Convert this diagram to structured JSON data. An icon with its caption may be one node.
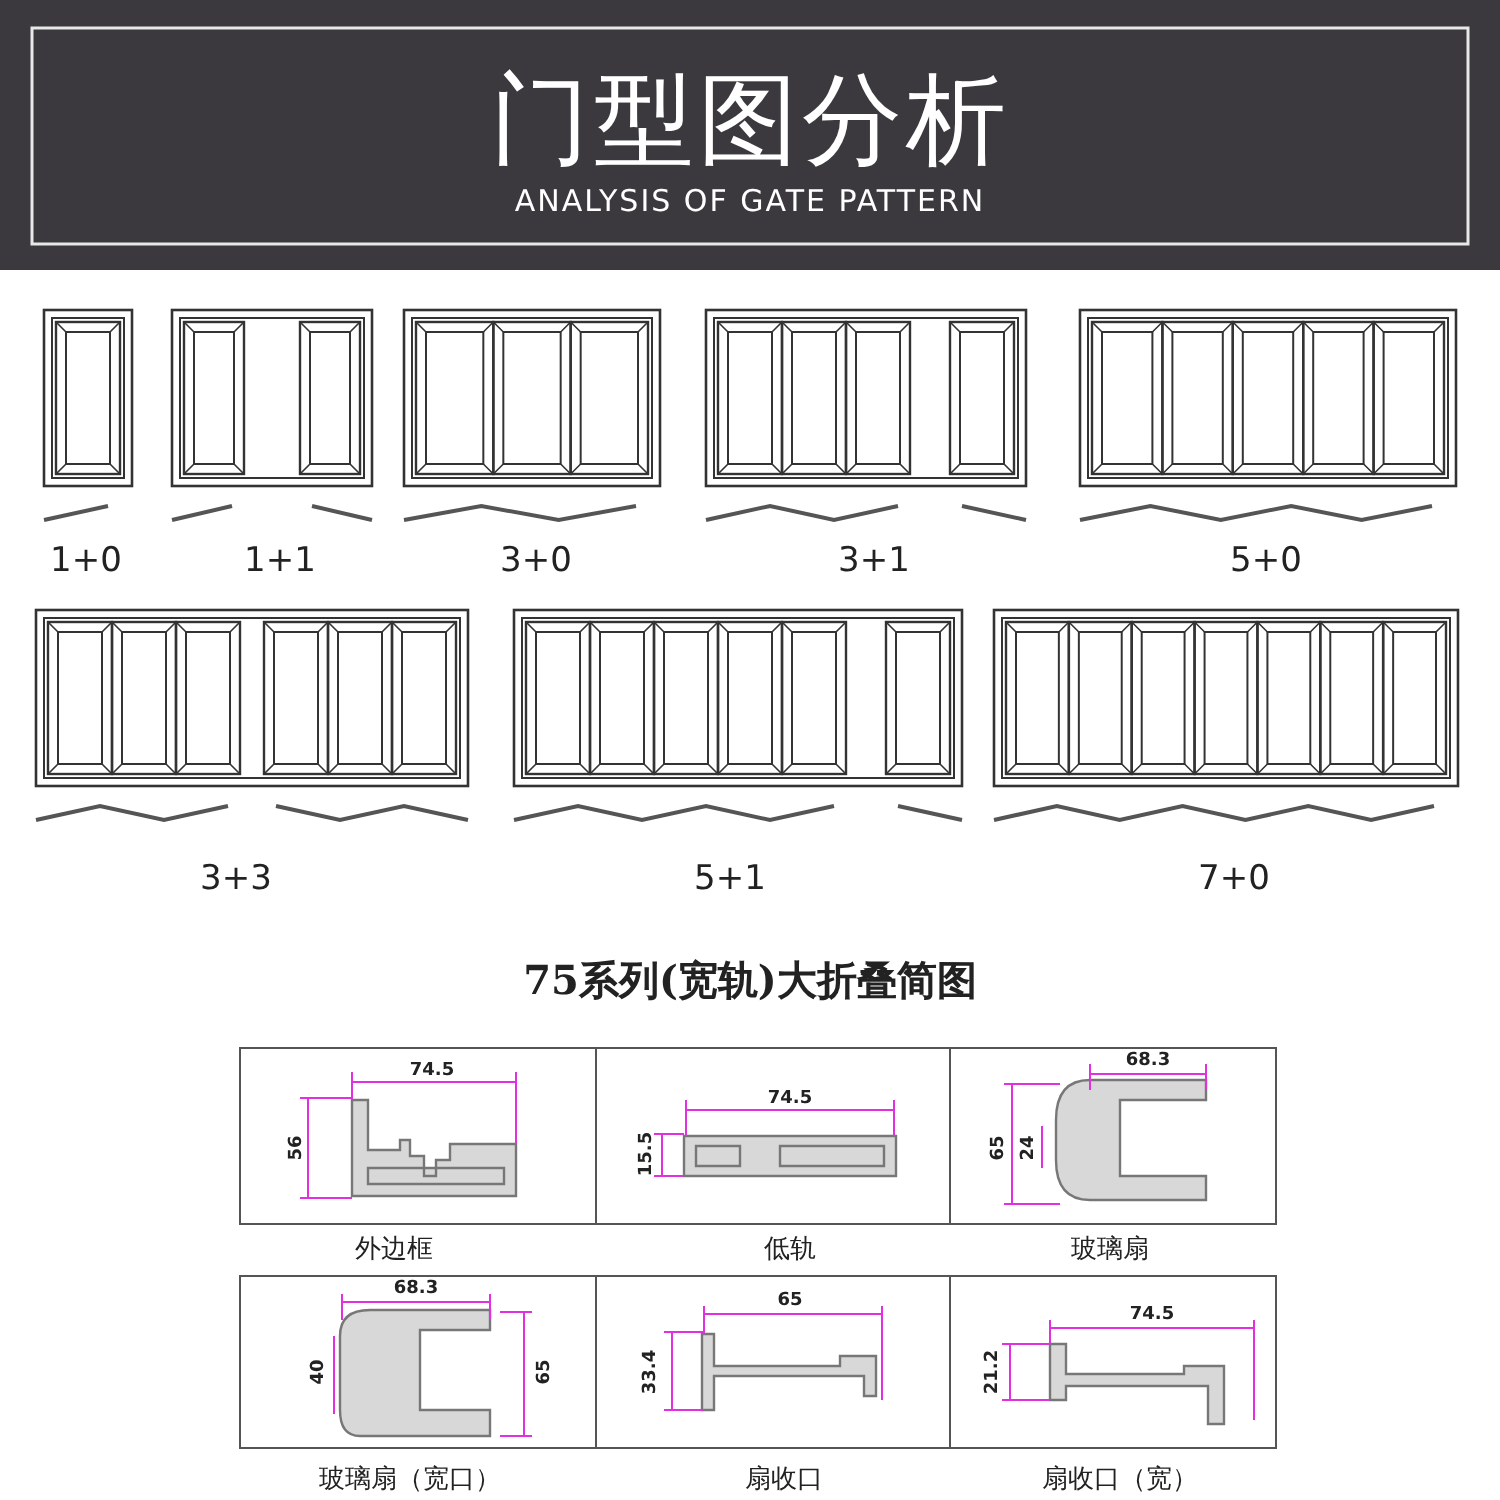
{
  "diagram": {
    "title": "门型图分析",
    "labels": [
      "ANALYSIS OF GATE PATTERN",
      "1+0",
      "1+1",
      "3+0",
      "3+1",
      "5+0",
      "3+3",
      "5+1",
      "7+0",
      "75系列(宽轨)大折叠简图",
      "74.5",
      "56",
      "74.5",
      "15.5",
      "68.3",
      "65",
      "24",
      "外边框",
      "低轨",
      "玻璃扇",
      "68.3",
      "40",
      "65",
      "65",
      "33.4",
      "74.5",
      "21.2",
      "玻璃扇（宽口）",
      "扇收口",
      "扇收口（宽）"
    ]
  }
}
